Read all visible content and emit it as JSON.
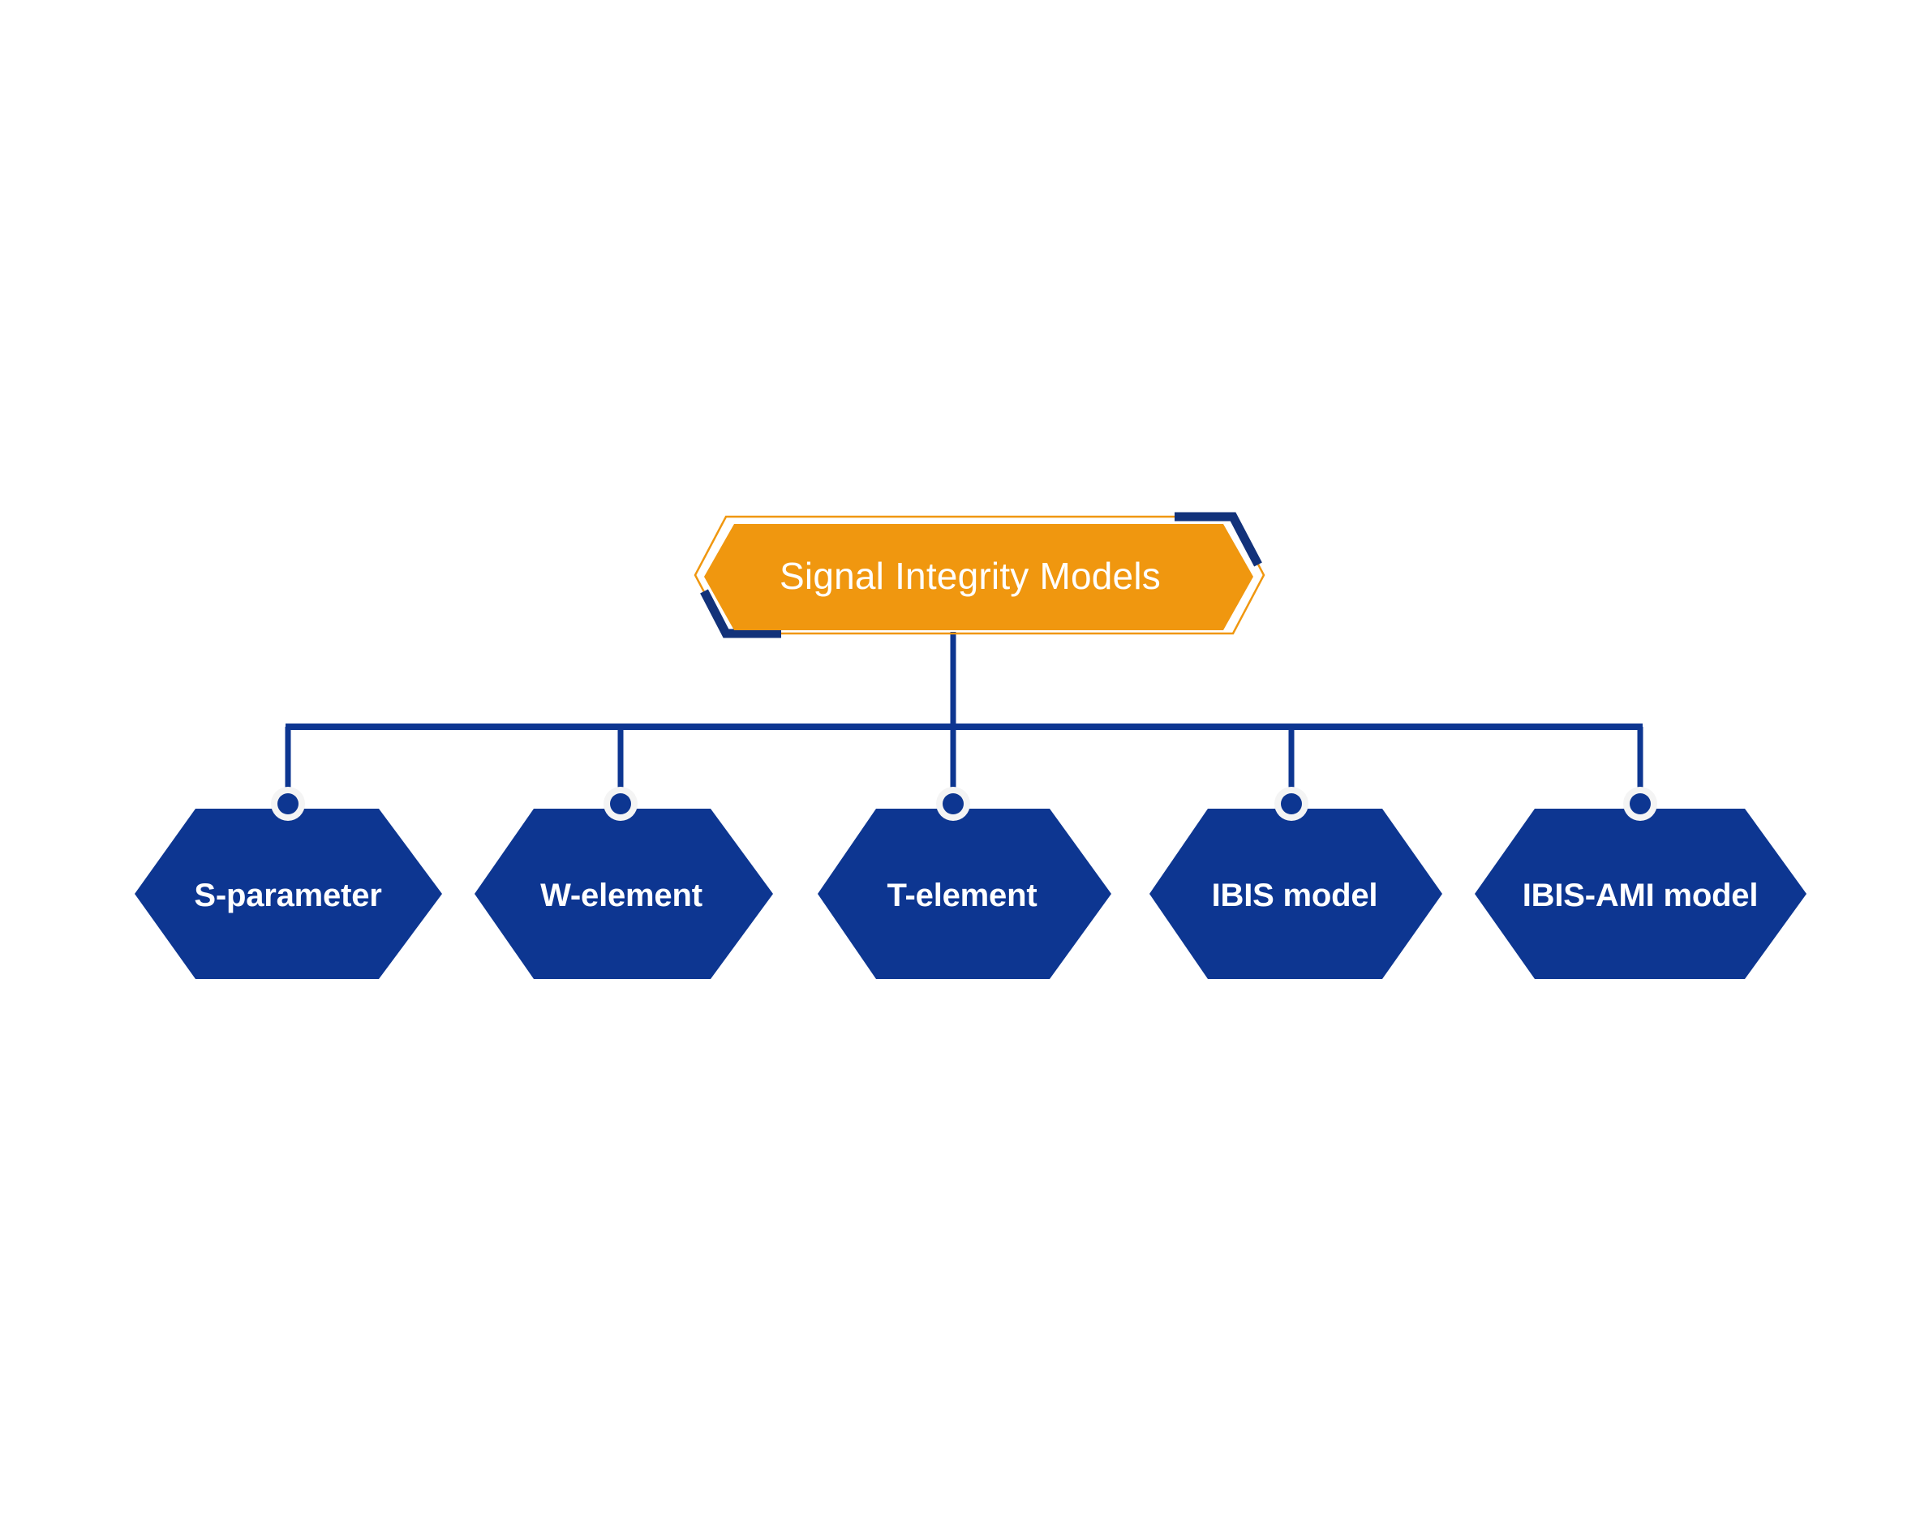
{
  "diagram": {
    "type": "hierarchy-tree",
    "title": "Signal Integrity Models",
    "root": {
      "label": "Signal Integrity Models",
      "shape": "hexagon",
      "fill_color": "#F0970F",
      "text_color": "#FFFFFF",
      "outline_color": "#F0970F",
      "accent_color": "#12327A"
    },
    "connector": {
      "color": "#0D3691",
      "dot_fill": "#0D3691",
      "dot_ring_color": "#F2F2F2",
      "style": "orthogonal-bus"
    },
    "children": [
      {
        "label": "S-parameter",
        "shape": "hexagon",
        "fill_color": "#0D3691",
        "text_color": "#FFFFFF",
        "icon": "connector-dot-icon"
      },
      {
        "label": "W-element",
        "shape": "hexagon",
        "fill_color": "#0D3691",
        "text_color": "#FFFFFF",
        "icon": "connector-dot-icon"
      },
      {
        "label": "T-element",
        "shape": "hexagon",
        "fill_color": "#0D3691",
        "text_color": "#FFFFFF",
        "icon": "connector-dot-icon"
      },
      {
        "label": "IBIS model",
        "shape": "hexagon",
        "fill_color": "#0D3691",
        "text_color": "#FFFFFF",
        "icon": "connector-dot-icon"
      },
      {
        "label": "IBIS-AMI model",
        "shape": "hexagon",
        "fill_color": "#0D3691",
        "text_color": "#FFFFFF",
        "icon": "connector-dot-icon"
      }
    ]
  }
}
